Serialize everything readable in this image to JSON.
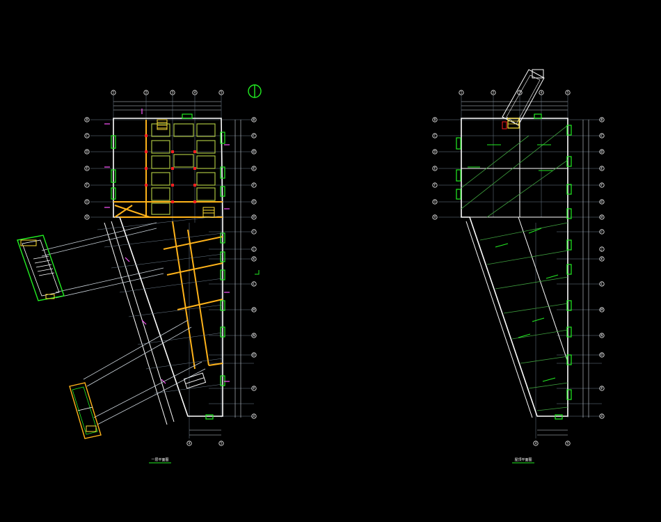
{
  "drawing": {
    "background": "#000000",
    "colors": {
      "outline": "#ffffff",
      "grid": "#6f7f8f",
      "walls": "#ffb31a",
      "stairs": "#ffe033",
      "columns": "#ff2020",
      "openings": "#22ee22",
      "doors": "#ff55ff",
      "dims": "#cfd8e0",
      "bubble": "#ffffff",
      "north": "#22ee22",
      "roof_lines": "#3fa03f"
    },
    "left_plan": {
      "top_axes": [
        "1",
        "2",
        "3",
        "4",
        "5"
      ],
      "left_axes": [
        "B",
        "C",
        "D",
        "E",
        "F",
        "G",
        "H"
      ],
      "right_axes": [
        "B",
        "C",
        "D",
        "E",
        "F",
        "G",
        "H",
        "I",
        "J",
        "K",
        "L",
        "M",
        "N",
        "O",
        "P",
        "A"
      ],
      "bottom_axes": [
        "4",
        "5"
      ],
      "title": "一层平面图"
    },
    "right_plan": {
      "top_axes": [
        "1",
        "2",
        "3",
        "4",
        "5"
      ],
      "left_axes": [
        "B",
        "C",
        "D",
        "E",
        "F",
        "G",
        "H"
      ],
      "right_axes": [
        "B",
        "C",
        "D",
        "E",
        "F",
        "G",
        "H",
        "I",
        "J",
        "K",
        "L",
        "M",
        "N",
        "O",
        "P",
        "A"
      ],
      "bottom_axes": [
        "4",
        "5"
      ],
      "title": "屋顶平面图"
    }
  }
}
